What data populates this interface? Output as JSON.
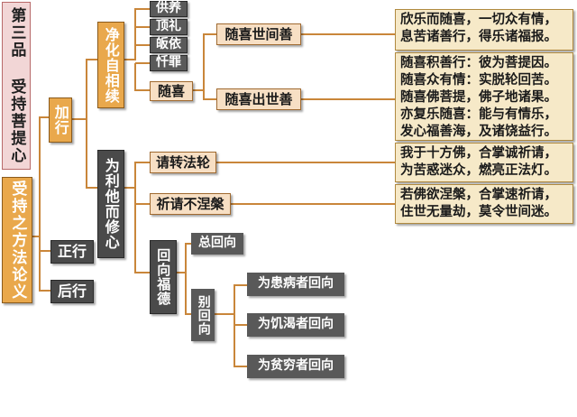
{
  "chapter": "第三品 受持菩提心",
  "method": "受持之方法论义",
  "jiaxing": "加行",
  "zhengxing": "正行",
  "houxing": "后行",
  "jinghua": "净化自相续",
  "weili": "为利他而修心",
  "gongyang": "供养",
  "dingli": "顶礼",
  "guiyi": "皈依",
  "chanzui": "忏罪",
  "suixi": "随喜",
  "suixi_shijian": "随喜世间善",
  "suixi_chushi": "随喜出世善",
  "qingzhuan": "请转法轮",
  "qiqing": "祈请不涅槃",
  "huixiang": "回向福德",
  "zong": "总回向",
  "bie": "别回向",
  "bie1": "为患病者回向",
  "bie2": "为饥渴者回向",
  "bie3": "为贫穷者回向",
  "text1": "欣乐而随喜，一切众有情，\n息苦诸善行，得乐诸福报。",
  "text2": "随喜积善行：彼为菩提因。\n随喜众有情：实脱轮回苦。\n随喜佛菩提，佛子地诸果。\n亦复乐随喜：能与有情乐，\n发心福善海，及诸饶益行。",
  "text3": "我于十方佛，合掌诚祈请，\n为苦惑迷众，燃亮正法灯。",
  "text4": "若佛欲涅槃，合掌速祈请，\n住世无量劫，莫令世间迷。",
  "colors": {
    "line": "#c9863a",
    "orange": "#e9a84c",
    "dark": "#4a4a4a",
    "cream": "#f6e9c8",
    "pink": "#f2d6d6"
  }
}
